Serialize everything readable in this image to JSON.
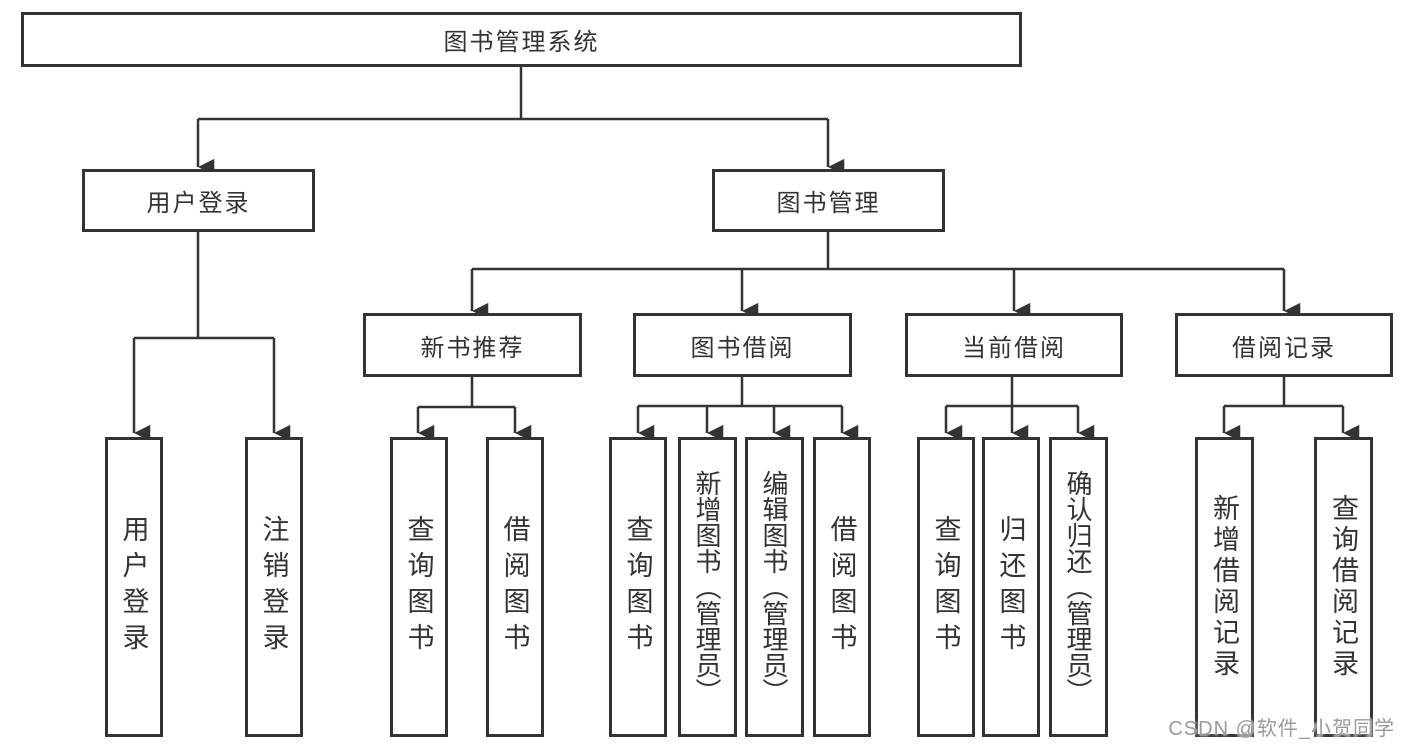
{
  "tree": {
    "root": {
      "label": "图书管理系统"
    },
    "level2": [
      {
        "label": "用户登录"
      },
      {
        "label": "图书管理"
      }
    ],
    "level3": [
      {
        "label": "新书推荐"
      },
      {
        "label": "图书借阅"
      },
      {
        "label": "当前借阅"
      },
      {
        "label": "借阅记录"
      }
    ],
    "level4": {
      "user_login": [
        "用户登录",
        "注销登录"
      ],
      "new_book_recommend": [
        "查询图书",
        "借阅图书"
      ],
      "book_borrow": [
        "查询图书",
        "新增图书（管理员）",
        "编辑图书（管理员）",
        "借阅图书"
      ],
      "current_borrow": [
        "查询图书",
        "归还图书",
        "确认归还（管理员）"
      ],
      "borrow_records": [
        "新增借阅记录",
        "查询借阅记录"
      ]
    }
  },
  "watermark": {
    "text": "CSDN @软件_小贺同学"
  },
  "colors": {
    "line": "#333333",
    "box_border": "#333333",
    "text": "#333333",
    "background": "#ffffff",
    "watermark": "#9a9a9a"
  }
}
